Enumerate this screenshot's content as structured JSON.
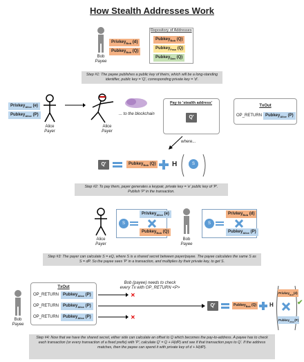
{
  "title": "How Stealth Addresses Work",
  "keys": {
    "priv_bob": "Privkey",
    "priv_bob_sub": "Bob",
    "priv_bob_tag": "(d)",
    "pub_bob": "Pubkey",
    "pub_bob_sub": "Bob",
    "pub_bob_tag": "(Q)",
    "pub_fran_sub": "Fran",
    "pub_fran_tag": "(Q)",
    "pub_dan_sub": "Dan",
    "pub_dan_tag": "(Q)",
    "priv_alice": "Privkey",
    "priv_alice_sub": "Alice",
    "priv_alice_tag": "(e)",
    "pub_alice": "Pubkey",
    "pub_alice_sub": "Alice",
    "pub_alice_tag": "(P)"
  },
  "repo_title": "Repository of Addresses",
  "people": {
    "bob_name": "Bob",
    "payee": "Payee",
    "alice_name": "Alice",
    "payer": "Payer"
  },
  "step1": "Step #1: The payee publishes a public key of theirs, which will be a long-standing identifier, public key = 'Q', corresponding private key = 'd'.",
  "to_blockchain": "... to the blockchain",
  "pay_to_stealth": "Pay to 'stealth address'",
  "qprime": "Q'",
  "where": "where...",
  "txout": "TxOut",
  "op_return": "OP_RETURN",
  "h": "H",
  "s": "S",
  "step2": "Step #2: To pay them, payer generates a keypair, private key = 'e' public key of 'P'. Publish 'P' in the transaction.",
  "step3": "Step #3: The payer can calculate S = eQ, where S is a shared secret between payer/payee. The payee calculates the same S as S = dP. So the payee sees 'P' in a transaction, and multiplies by their private key, to get S.",
  "bob_check": "Bob (payee) needs to check every Tx with OP_RETURN <P>",
  "step4": "Step #4: Now that we have the shared secret, either side can calculate an offset to Q which becomes the pay-to-address. A payee has to check each transaction (or every transaction of a fixed prefix) with 'P', calculate Q' = Q + H(dP) and see if that transaction pays to Q'. If the address matches, then the payee can spend it with private key of d + H(dP).",
  "colors": {
    "orange": "#f4b183",
    "blue": "#bdd7ee",
    "yellow": "#ffe699",
    "green": "#c5e0b4",
    "accent": "#5b9bd5",
    "red": "#e00000",
    "check": "#70ad47"
  }
}
